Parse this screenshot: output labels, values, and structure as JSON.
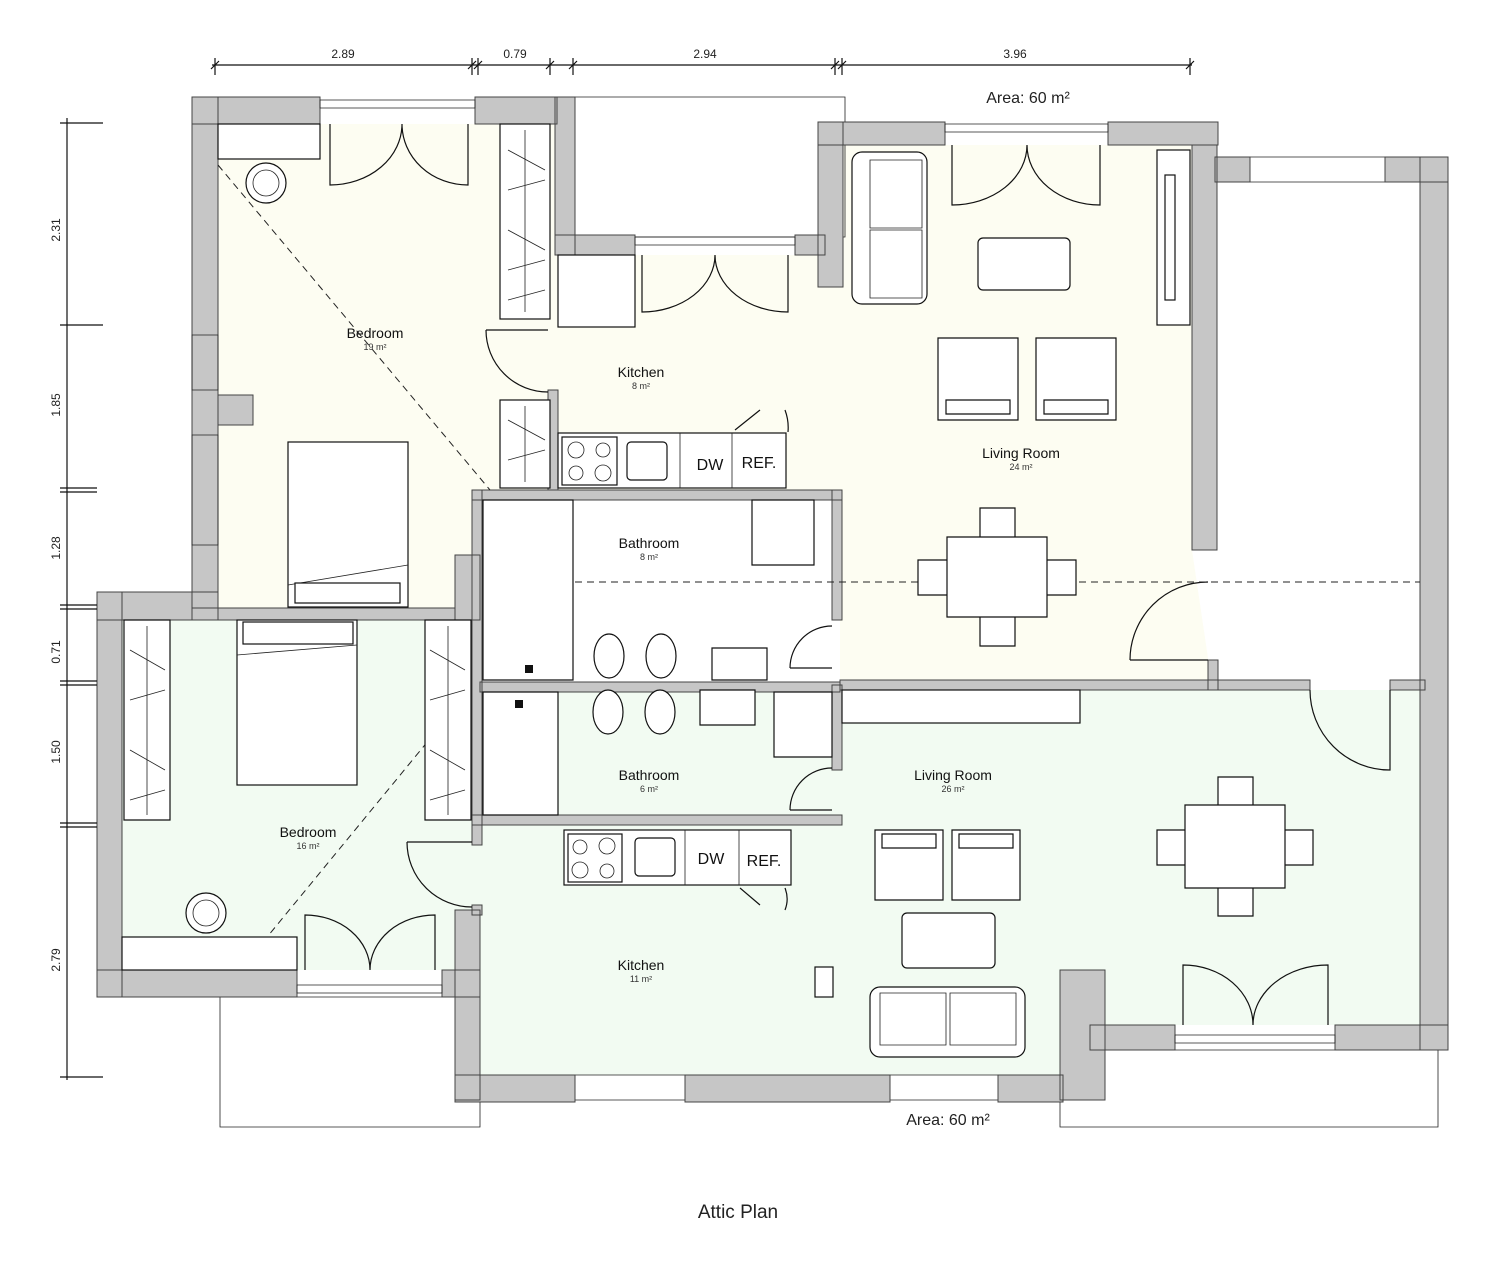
{
  "title": "Attic Plan",
  "area_labels": {
    "upper": "Area: 60 m²",
    "lower": "Area: 60 m²"
  },
  "dimensions": {
    "horizontal": [
      "2.89",
      "0.79",
      "2.94",
      "3.96"
    ],
    "vertical": [
      "2.31",
      "1.85",
      "1.28",
      "0.71",
      "1.50",
      "2.79"
    ]
  },
  "upper_unit": {
    "rooms": [
      {
        "name": "Bedroom",
        "area": "19 m²"
      },
      {
        "name": "Kitchen",
        "area": "8 m²"
      },
      {
        "name": "Living Room",
        "area": "24 m²"
      },
      {
        "name": "Bathroom",
        "area": "8 m²"
      }
    ],
    "appliances": {
      "dishwasher": "DW",
      "fridge": "REF."
    }
  },
  "lower_unit": {
    "rooms": [
      {
        "name": "Bathroom",
        "area": "6 m²"
      },
      {
        "name": "Living Room",
        "area": "26 m²"
      },
      {
        "name": "Bedroom",
        "area": "16 m²"
      },
      {
        "name": "Kitchen",
        "area": "11 m²"
      }
    ],
    "appliances": {
      "dishwasher": "DW",
      "fridge": "REF."
    }
  },
  "colors": {
    "upper_floor": "#fdfdf2",
    "lower_floor": "#f2fbf2",
    "wall": "#c6c6c6"
  }
}
